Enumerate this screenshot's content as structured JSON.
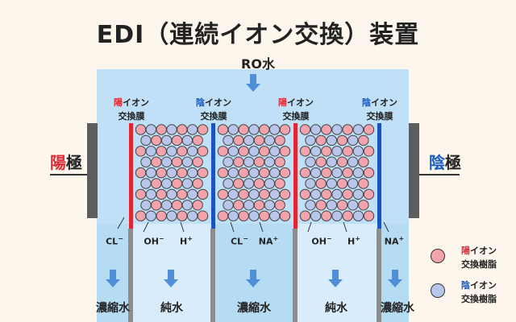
{
  "title": "EDI（連続イオン交換）装置",
  "feed": "RO水",
  "electrodes": {
    "anode": {
      "color_word": "陽",
      "suffix": "極"
    },
    "cathode": {
      "color_word": "陰",
      "suffix": "極"
    }
  },
  "membranes": [
    {
      "type_word": "陽",
      "line1_rest": "イオン",
      "line2": "交換膜"
    },
    {
      "type_word": "陰",
      "line1_rest": "イオン",
      "line2": "交換膜"
    },
    {
      "type_word": "陽",
      "line1_rest": "イオン",
      "line2": "交換膜"
    },
    {
      "type_word": "陰",
      "line1_rest": "イオン",
      "line2": "交換膜"
    }
  ],
  "ions": [
    {
      "base": "CL",
      "sup": "−"
    },
    {
      "base": "OH",
      "sup": "−"
    },
    {
      "base": "H",
      "sup": "+"
    },
    {
      "base": "CL",
      "sup": "−"
    },
    {
      "base": "NA",
      "sup": "+"
    },
    {
      "base": "OH",
      "sup": "−"
    },
    {
      "base": "H",
      "sup": "+"
    },
    {
      "base": "NA",
      "sup": "+"
    }
  ],
  "outputs": [
    "濃縮水",
    "純水",
    "濃縮水",
    "純水",
    "濃縮水"
  ],
  "legend": [
    {
      "type_word": "陽",
      "line1_rest": "イオン",
      "line2": "交換樹脂",
      "color": "#f2a3ab"
    },
    {
      "type_word": "陰",
      "line1_rest": "イオン",
      "line2": "交換樹脂",
      "color": "#b9c6ec"
    }
  ],
  "colors": {
    "cation_membrane": "#e2252e",
    "anion_membrane": "#1b53c4",
    "cation_resin": "#f2a3ab",
    "anion_resin": "#b9c6ec",
    "flow_arrow": "#4f8fd8"
  }
}
